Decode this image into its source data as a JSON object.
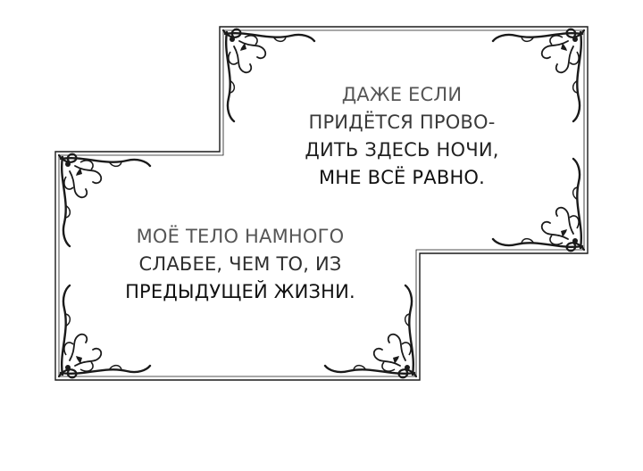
{
  "panel": {
    "background": "#ffffff",
    "border_color": "#1a1a1a",
    "ornament_name": "flourish-corner-icon"
  },
  "captions": {
    "top": {
      "lines": [
        "ДАЖЕ ЕСЛИ",
        "ПРИДЁТСЯ ПРОВО-",
        "ДИТЬ ЗДЕСЬ НОЧИ,",
        "МНЕ ВСЁ РАВНО."
      ],
      "line_colors": [
        "#555555",
        "#3a3a3a",
        "#222222",
        "#111111"
      ]
    },
    "bottom": {
      "lines": [
        "МОЁ ТЕЛО НАМНОГО",
        "СЛАБЕЕ, ЧЕМ ТО, ИЗ",
        "ПРЕДЫДУЩЕЙ ЖИЗНИ."
      ],
      "line_colors": [
        "#555555",
        "#2e2e2e",
        "#111111"
      ]
    }
  }
}
